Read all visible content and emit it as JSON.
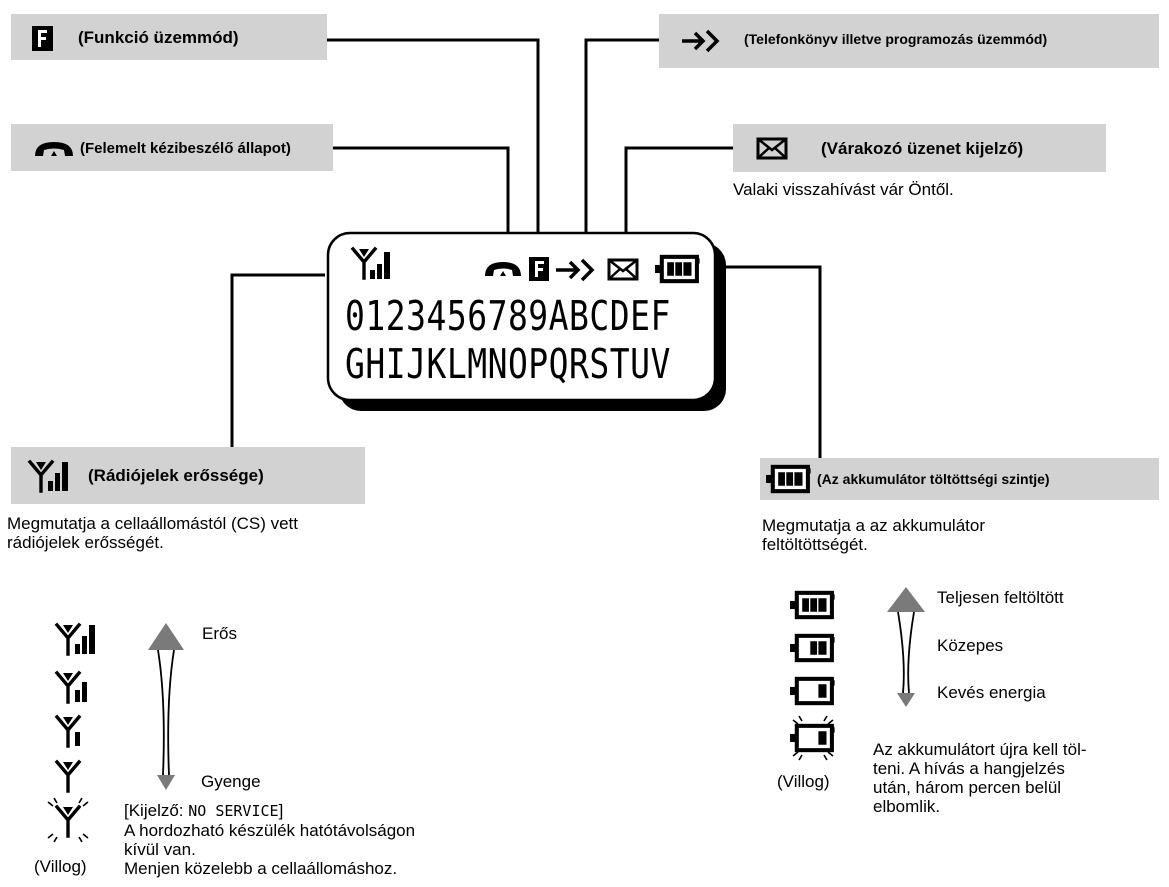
{
  "headers": {
    "function_mode": "(Funkció üzemmód)",
    "offhook": "(Felemelt kézibeszélő állapot)",
    "phonebook": "(Telefonkönyv illetve programozás üzemmód)",
    "message_waiting": "(Várakozó üzenet kijelző)",
    "signal_strength": "(Rádiójelek erőssége)",
    "battery": "(Az akkumulátor töltöttségi szintje)"
  },
  "message_desc": "Valaki visszahívást vár Öntől.",
  "lcd": {
    "row1": "0123456789ABCDEF",
    "row2": "GHIJKLMNOPQRSTUV"
  },
  "signal": {
    "desc_line1": "Megmutatja a cellaállomástól (CS) vett",
    "desc_line2": "rádiójelek erősségét.",
    "strong": "Erős",
    "weak": "Gyenge",
    "blink": "(Villog)",
    "display_prefix": "[Kijelző: ",
    "display_value": "NO SERVICE",
    "display_suffix": "]",
    "nosvc_line1": "A hordozható készülék hatótávolságon",
    "nosvc_line2": "kívül van.",
    "nosvc_line3": "Menjen közelebb a cellaállomáshoz."
  },
  "battery": {
    "desc_line1": "Megmutatja a az akkumulátor",
    "desc_line2": "feltöltöttségét.",
    "full": "Teljesen feltöltött",
    "medium": "Közepes",
    "low": "Kevés energia",
    "blink": "(Villog)",
    "recharge_line1": "Az akkumulátort újra kell töl-",
    "recharge_line2": "teni. A hívás a hangjelzés",
    "recharge_line3": "után, három percen belül",
    "recharge_line4": "elbomlik."
  },
  "icons": {
    "function": "function-f-icon",
    "offhook": "handset-icon",
    "phonebook": "arrow-diamond-icon",
    "message": "envelope-icon",
    "signal": "antenna-signal-icon",
    "battery": "battery-icon"
  }
}
